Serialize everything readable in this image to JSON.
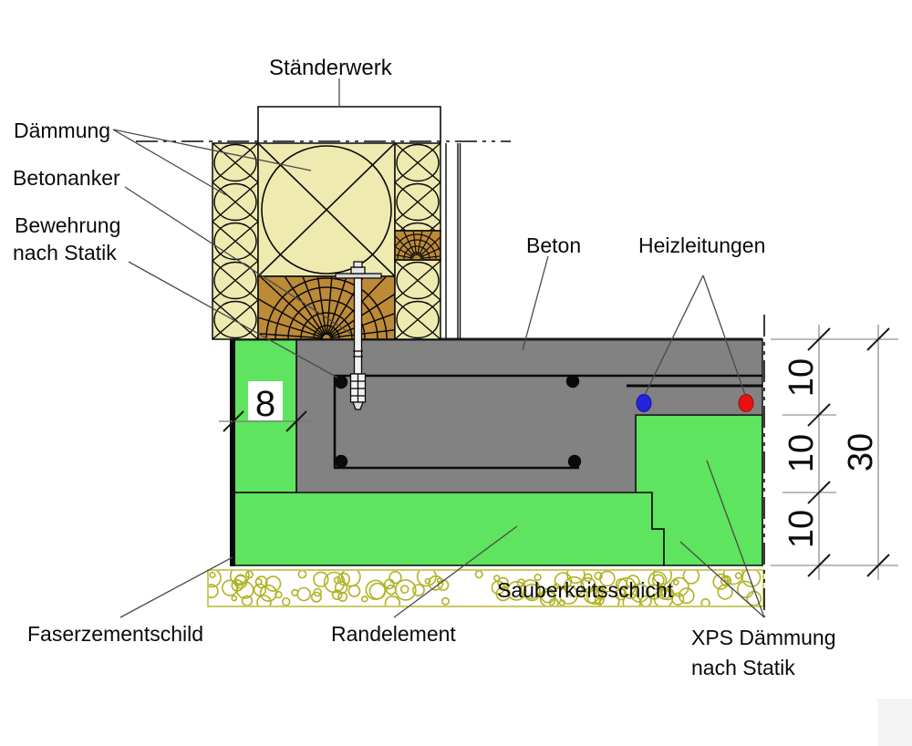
{
  "labels": {
    "staenderwerk": "Ständerwerk",
    "daemmung": "Dämmung",
    "betonanker": "Betonanker",
    "bewehrung_line1": "Bewehrung",
    "bewehrung_line2": "nach Statik",
    "beton": "Beton",
    "heizleitungen": "Heizleitungen",
    "sauberkeitsschicht": "Sauberkeitsschicht",
    "faserzementschild": "Faserzementschild",
    "randelement": "Randelement",
    "xps_line1": "XPS Dämmung",
    "xps_line2": "nach Statik"
  },
  "dimensions": {
    "edge_width": "8",
    "layer_top": "10",
    "layer_mid": "10",
    "layer_bottom": "10",
    "total": "30"
  },
  "colors": {
    "insulation": "#eeeab0",
    "wood": "#bd8a38",
    "concrete": "#828282",
    "green": "#5ee45e",
    "pipe_warm": "#e81010",
    "pipe_cold": "#2424dd",
    "blinding_dots": "#b2b226",
    "line": "#0a0a0a",
    "leader": "#4a4a4a",
    "dim_line": "#7a7a7a"
  }
}
